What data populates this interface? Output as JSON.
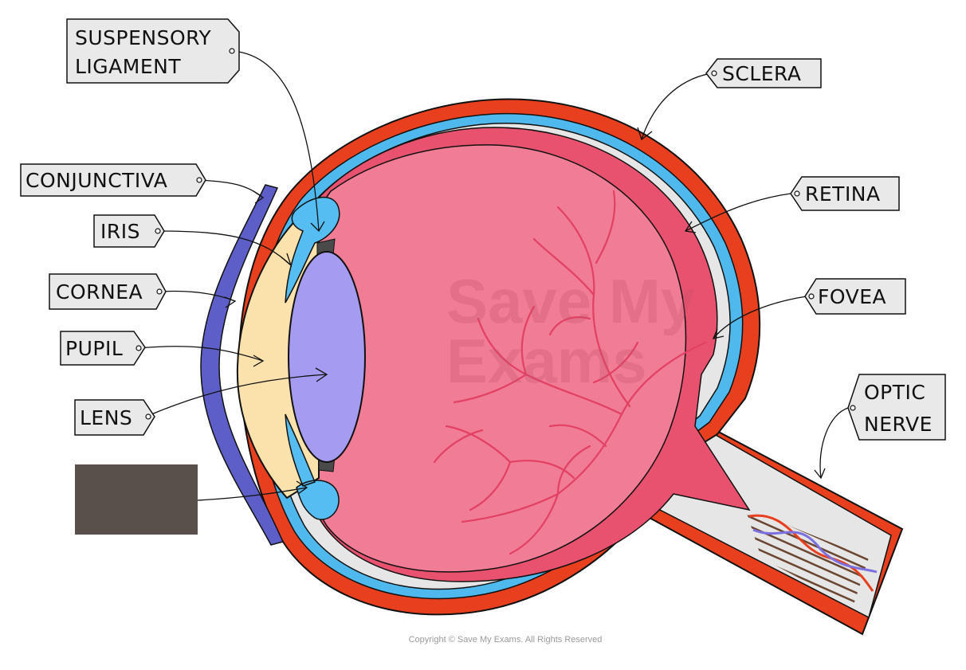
{
  "labels": {
    "suspensory_ligament": [
      "SUSPENSORY",
      "LIGAMENT"
    ],
    "sclera": "SCLERA",
    "conjunctiva": "CONJUNCTIVA",
    "iris": "IRIS",
    "retina": "RETINA",
    "cornea": "CORNEA",
    "fovea": "FOVEA",
    "pupil": "PUPIL",
    "optic_nerve": [
      "OPTIC",
      "NERVE"
    ],
    "lens": "LENS"
  },
  "watermark": [
    "Save My",
    "Exams"
  ],
  "copyright": "Copyright © Save My Exams. All Rights Reserved",
  "colors": {
    "sclera": "#e8401f",
    "choroid": "#4fb8ec",
    "retina": "#e8526e",
    "vitreous": "#f07c95",
    "vessel": "#e24163",
    "cornea_fill": "#fbe2ad",
    "conjunctiva": "#5e5ec8",
    "lens": "#a59cf2",
    "ciliary": "#55bdf2",
    "tag_fill": "#e9e9e9",
    "nerve_stripe": "#6b4631",
    "hidden_box": "#5a504b"
  }
}
